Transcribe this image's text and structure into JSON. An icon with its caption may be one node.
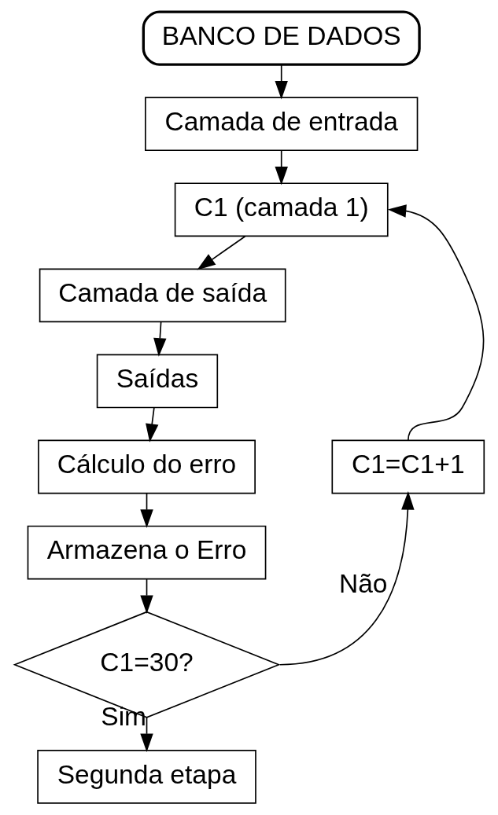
{
  "diagram": {
    "nodes": [
      {
        "text": [
          "BANCO DE DADOS"
        ]
      },
      {
        "text": [
          "Camada de entrada"
        ]
      },
      {
        "text": [
          "C1 (camada 1)"
        ]
      },
      {
        "text": [
          "Camada de saída"
        ]
      },
      {
        "text": [
          "Saídas"
        ]
      },
      {
        "text": [
          "Cálculo do erro"
        ]
      },
      {
        "text": [
          "Armazena o Erro"
        ]
      },
      {
        "text": [
          "C1=30?"
        ]
      },
      {
        "text": [
          "Segunda etapa"
        ]
      },
      {
        "text": [
          "C1=C1+1"
        ]
      }
    ],
    "edges": [
      {
        "from": 0,
        "to": 1,
        "arrow": "to"
      },
      {
        "from": 1,
        "to": 2,
        "arrow": "to"
      },
      {
        "from": 2,
        "to": 3,
        "arrow": "to"
      },
      {
        "from": 3,
        "to": 4,
        "arrow": "to"
      },
      {
        "from": 4,
        "to": 5,
        "arrow": "to"
      },
      {
        "from": 5,
        "to": 6,
        "arrow": "to"
      },
      {
        "from": 6,
        "to": 7,
        "arrow": "to"
      },
      {
        "from": 7,
        "to": 8,
        "label": "Sim",
        "arrow": "to"
      },
      {
        "from": 7,
        "to": 9,
        "label": "Não",
        "arrow": "to"
      },
      {
        "from": 9,
        "to": 2,
        "arrow": "to"
      }
    ]
  }
}
